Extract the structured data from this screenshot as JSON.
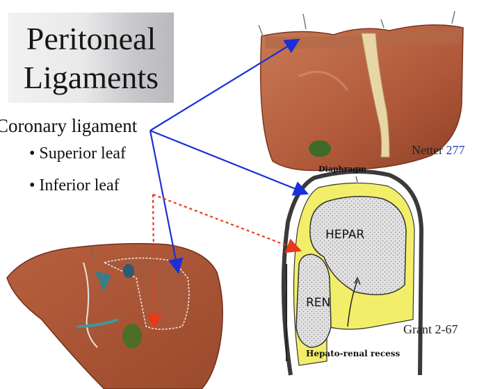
{
  "title": {
    "line1": "Peritoneal",
    "line2": "Ligaments"
  },
  "bullets": {
    "main": "Coronary ligament",
    "items": [
      "• Superior leaf",
      "• Inferior leaf"
    ]
  },
  "captions": {
    "netter_text": "Netter ",
    "netter_num": "277",
    "grant": "Grant 2-67"
  },
  "diagram_labels": {
    "diaphragm": "Diaphragm",
    "hepar": "HEPAR",
    "ren": "REN",
    "recess": "Hepato-renal recess"
  },
  "colors": {
    "solid_arrow": "#1a2fd6",
    "dotted_arrow": "#e8391a",
    "liver": "#b8613e",
    "peritoneum": "#f2ee6a"
  }
}
